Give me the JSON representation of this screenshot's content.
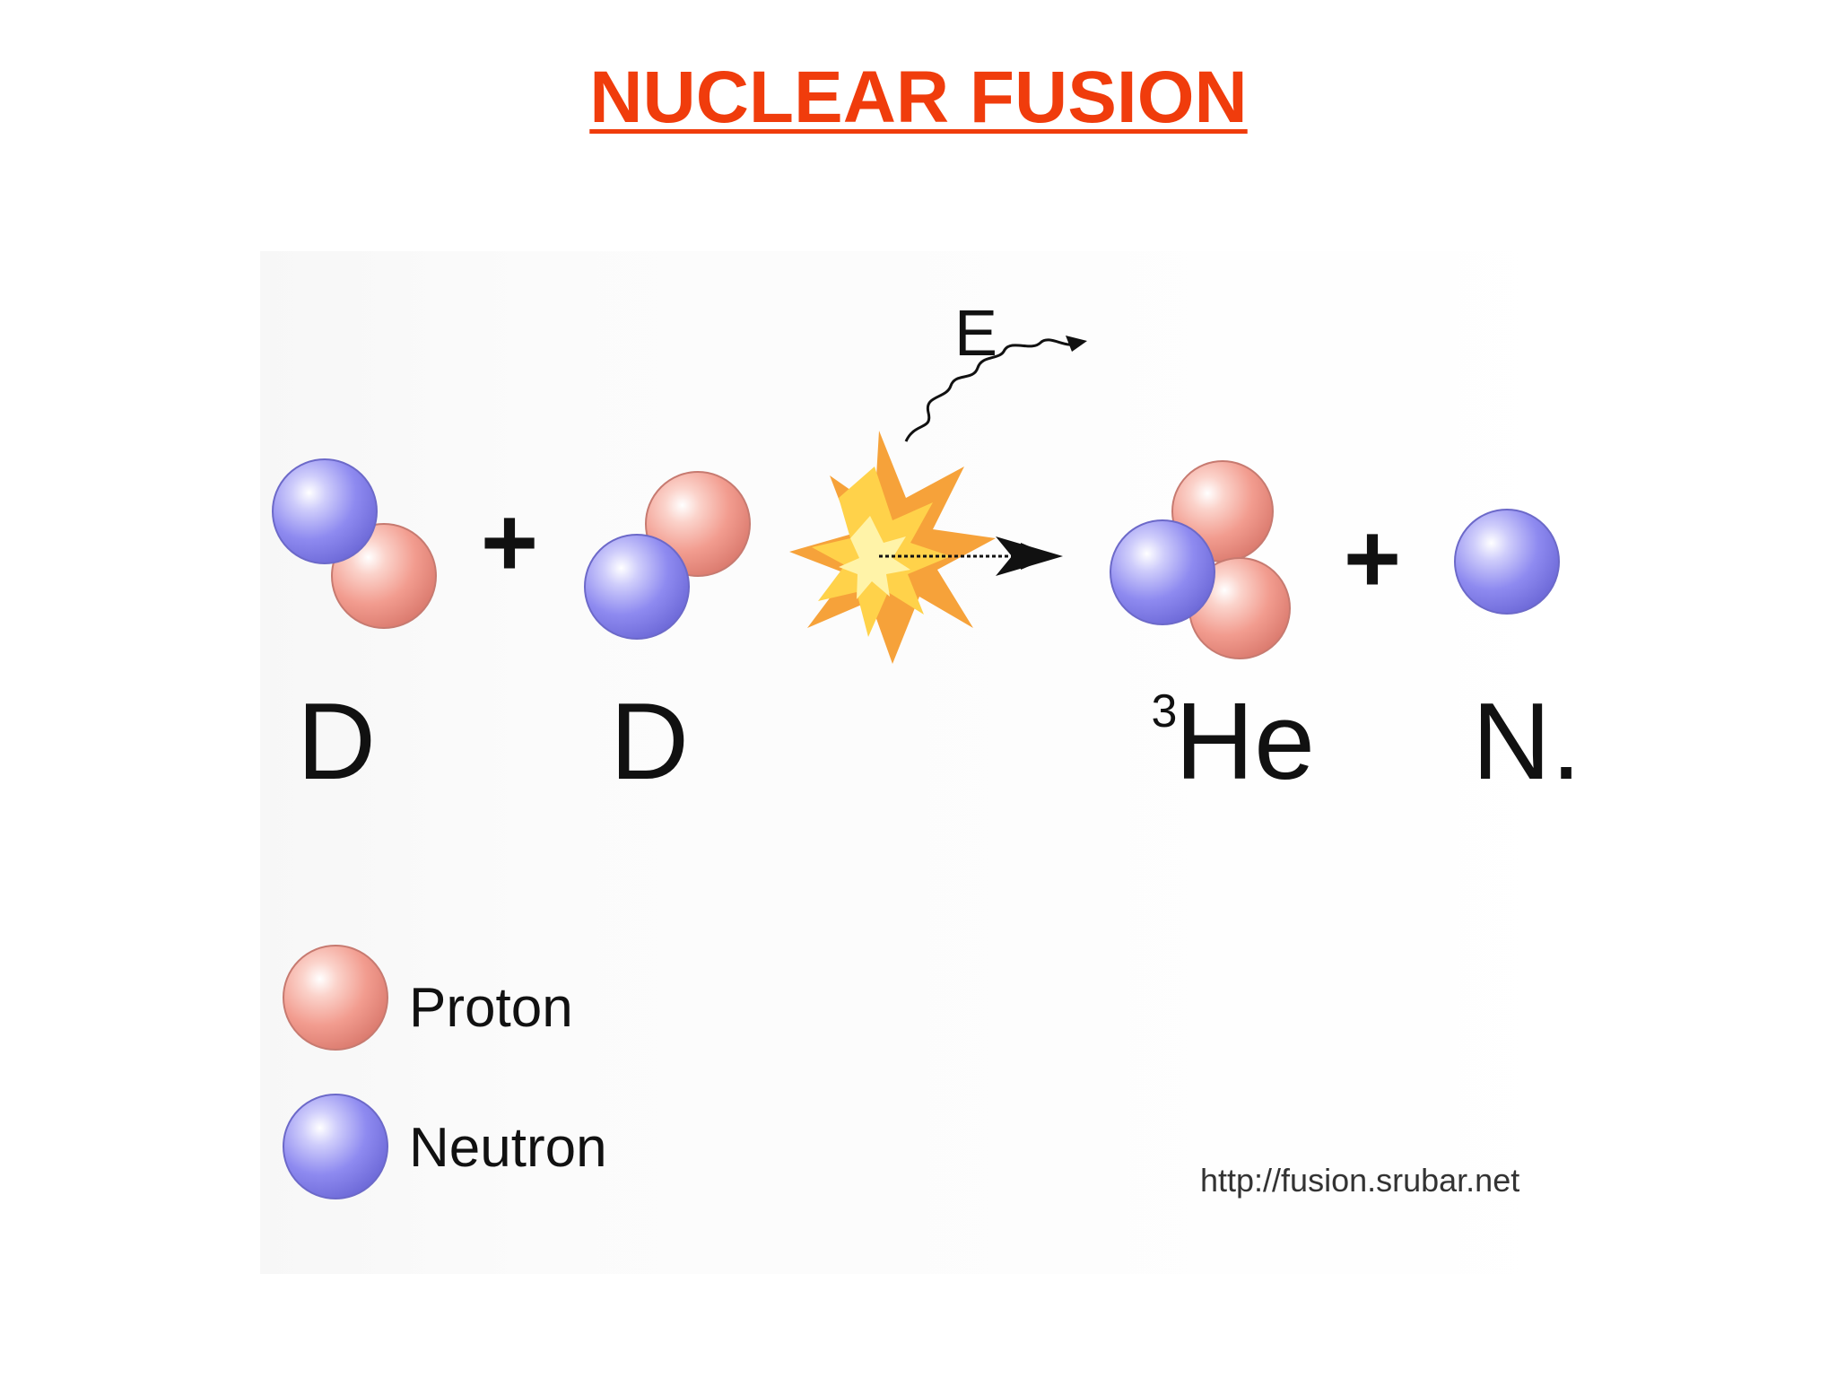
{
  "title": "NUCLEAR FUSION",
  "reaction": {
    "reactant_1": "D",
    "reactant_2": "D",
    "product_1_mass_number": "3",
    "product_1_symbol": "He",
    "product_2": "N.",
    "plus_1": "+",
    "plus_2": "+",
    "energy": "E"
  },
  "legend": {
    "proton": "Proton",
    "neutron": "Neutron"
  },
  "source": "http://fusion.srubar.net",
  "colors": {
    "title": "#f03c0c",
    "proton": "#f0968a",
    "neutron": "#8a86ee"
  },
  "icons": [
    "proton-sphere-icon",
    "neutron-sphere-icon",
    "explosion-icon",
    "arrow-icon",
    "wavy-arrow-icon"
  ]
}
